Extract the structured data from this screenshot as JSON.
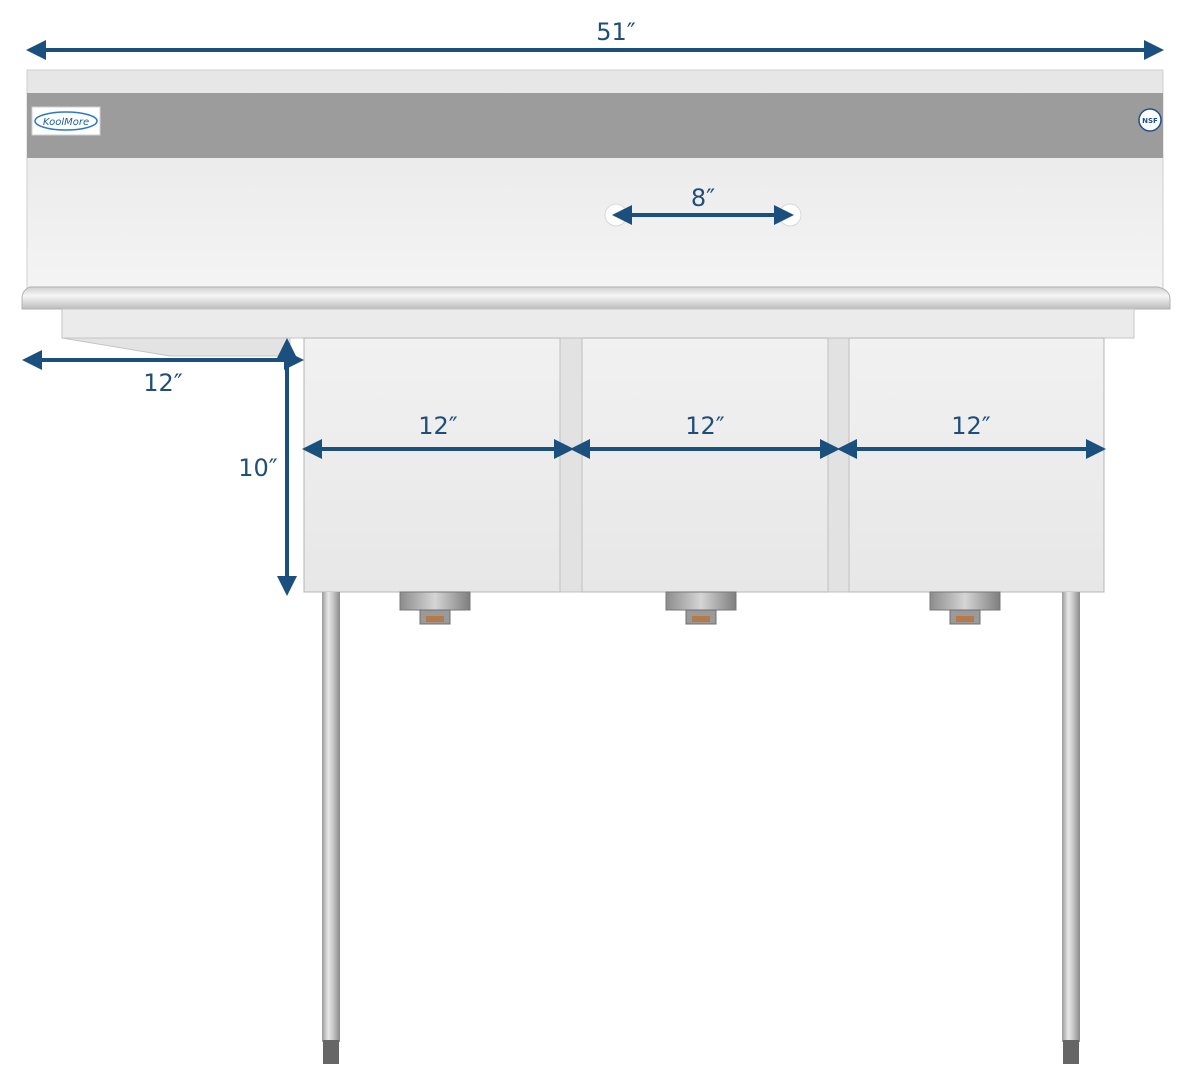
{
  "brand": {
    "logo_text": "KoolMore",
    "cert_badge": "NSF"
  },
  "colors": {
    "dimension": "#1b4f7e",
    "dimension_text": "#1f4e79",
    "steel_light": "#eeeeee",
    "steel_mid": "#d8d8d8",
    "backsplash_band": "#9a9a9a",
    "faucet_hole": "#ffffff"
  },
  "dimensions": {
    "overall_width": "51″",
    "faucet_spacing": "8″",
    "drainboard_width": "12″",
    "bowl_depth": "10″",
    "bowl_1_width": "12″",
    "bowl_2_width": "12″",
    "bowl_3_width": "12″"
  },
  "components": {
    "bowl_count": 3,
    "leg_count": 2,
    "faucet_hole_count": 2,
    "drain_count": 3
  }
}
